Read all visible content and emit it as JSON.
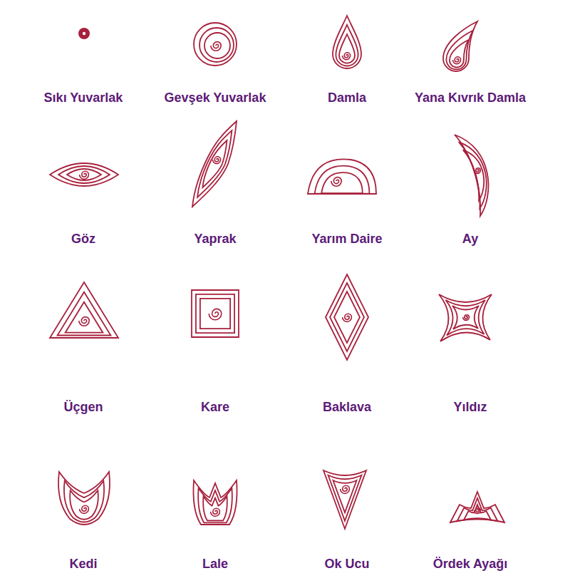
{
  "diagram": {
    "labels": [
      "Sıkı Yuvarlak",
      "Gevşek Yuvarlak",
      "Damla",
      "Yana Kıvrık Damla",
      "Göz",
      "Yaprak",
      "Yarım Daire",
      "Ay",
      "Üçgen",
      "Kare",
      "Baklava",
      "Yıldız",
      "Kedi",
      "Lale",
      "Ok Ucu",
      "Ördek Ayağı"
    ]
  }
}
